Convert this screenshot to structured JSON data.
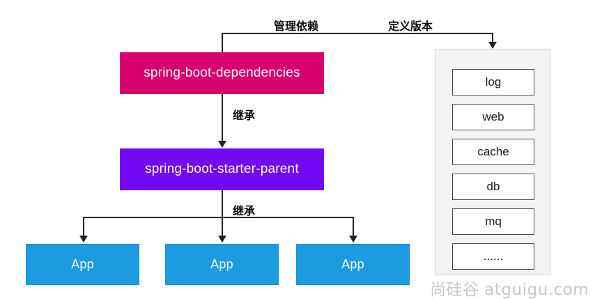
{
  "diagram": {
    "title_labels": {
      "manage_dependencies": "管理依赖",
      "define_versions": "定义版本"
    },
    "nodes": {
      "dependencies": {
        "label": "spring-boot-dependencies",
        "color": "#d6006e"
      },
      "starter_parent": {
        "label": "spring-boot-starter-parent",
        "color": "#7209f5"
      },
      "apps": [
        {
          "label": "App",
          "color": "#1c9be0"
        },
        {
          "label": "App",
          "color": "#1c9be0"
        },
        {
          "label": "App",
          "color": "#1c9be0"
        }
      ]
    },
    "edge_labels": {
      "inherit_top": "继承",
      "inherit_bottom": "继承"
    },
    "starter_panel": {
      "background": "#f4f4f4",
      "items": [
        {
          "label": "log"
        },
        {
          "label": "web"
        },
        {
          "label": "cache"
        },
        {
          "label": "db"
        },
        {
          "label": "mq"
        },
        {
          "label": "......"
        }
      ]
    },
    "watermark": "尚硅谷 atguigu.com"
  }
}
